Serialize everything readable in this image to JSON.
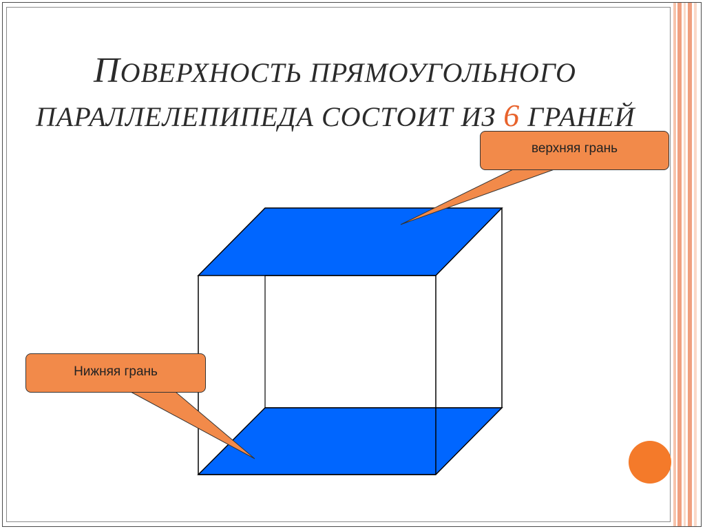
{
  "title": {
    "line1_first": "П",
    "line1_rest": "оверхность прямоугольного",
    "line2_before": "параллелепипеда состоит из",
    "line2_number": "6",
    "line2_after": "граней"
  },
  "callouts": {
    "top_face": "верхняя грань",
    "bottom_face": "Нижняя грань"
  },
  "colors": {
    "face_fill": "#0066ff",
    "callout_fill": "#f28a4a",
    "accent": "#e8632c",
    "orb": "#f47a2a",
    "stripe_dark": "#f0a080",
    "stripe_light": "#fbd9c8"
  }
}
